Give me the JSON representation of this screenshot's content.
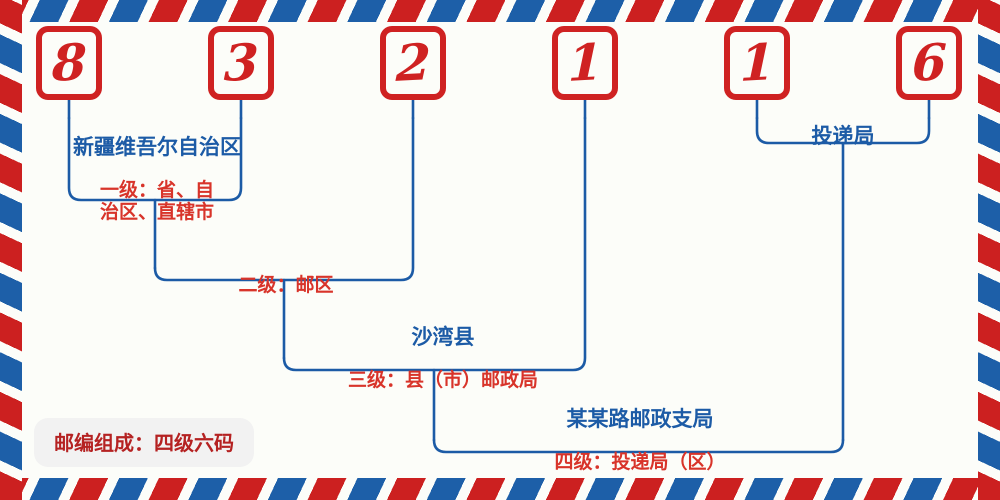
{
  "envelope": {
    "paper_color": "#fcfdf9",
    "stripe_red": "#cc2020",
    "stripe_blue": "#1d5fa8"
  },
  "postcode": {
    "digits": [
      "8",
      "3",
      "2",
      "1",
      "1",
      "6"
    ],
    "box_border_color": "#cf2222",
    "digit_color": "#cf2222"
  },
  "connector_color": "#1c5ba6",
  "levels": [
    {
      "id": "level-1",
      "name": "新疆维吾尔自治区",
      "level_text": "一级：省、自\n治区、直辖市",
      "name_color": "#1c5ba6",
      "level_color": "#d8342a"
    },
    {
      "id": "level-2",
      "name": "",
      "level_text": "二级：邮区",
      "name_color": "#1c5ba6",
      "level_color": "#d8342a"
    },
    {
      "id": "level-3",
      "name": "沙湾县",
      "level_text": "三级：县（市）邮政局",
      "name_color": "#1c5ba6",
      "level_color": "#d8342a"
    },
    {
      "id": "level-4",
      "name": "某某路邮政支局",
      "level_text": "四级：投递局（区）",
      "name_color": "#1c5ba6",
      "level_color": "#d8342a"
    }
  ],
  "delivery_label": {
    "name": "投递局"
  },
  "footer_badge": {
    "text": "邮编组成：四级六码",
    "background": "#f2f2f2",
    "text_color": "#b52222"
  }
}
